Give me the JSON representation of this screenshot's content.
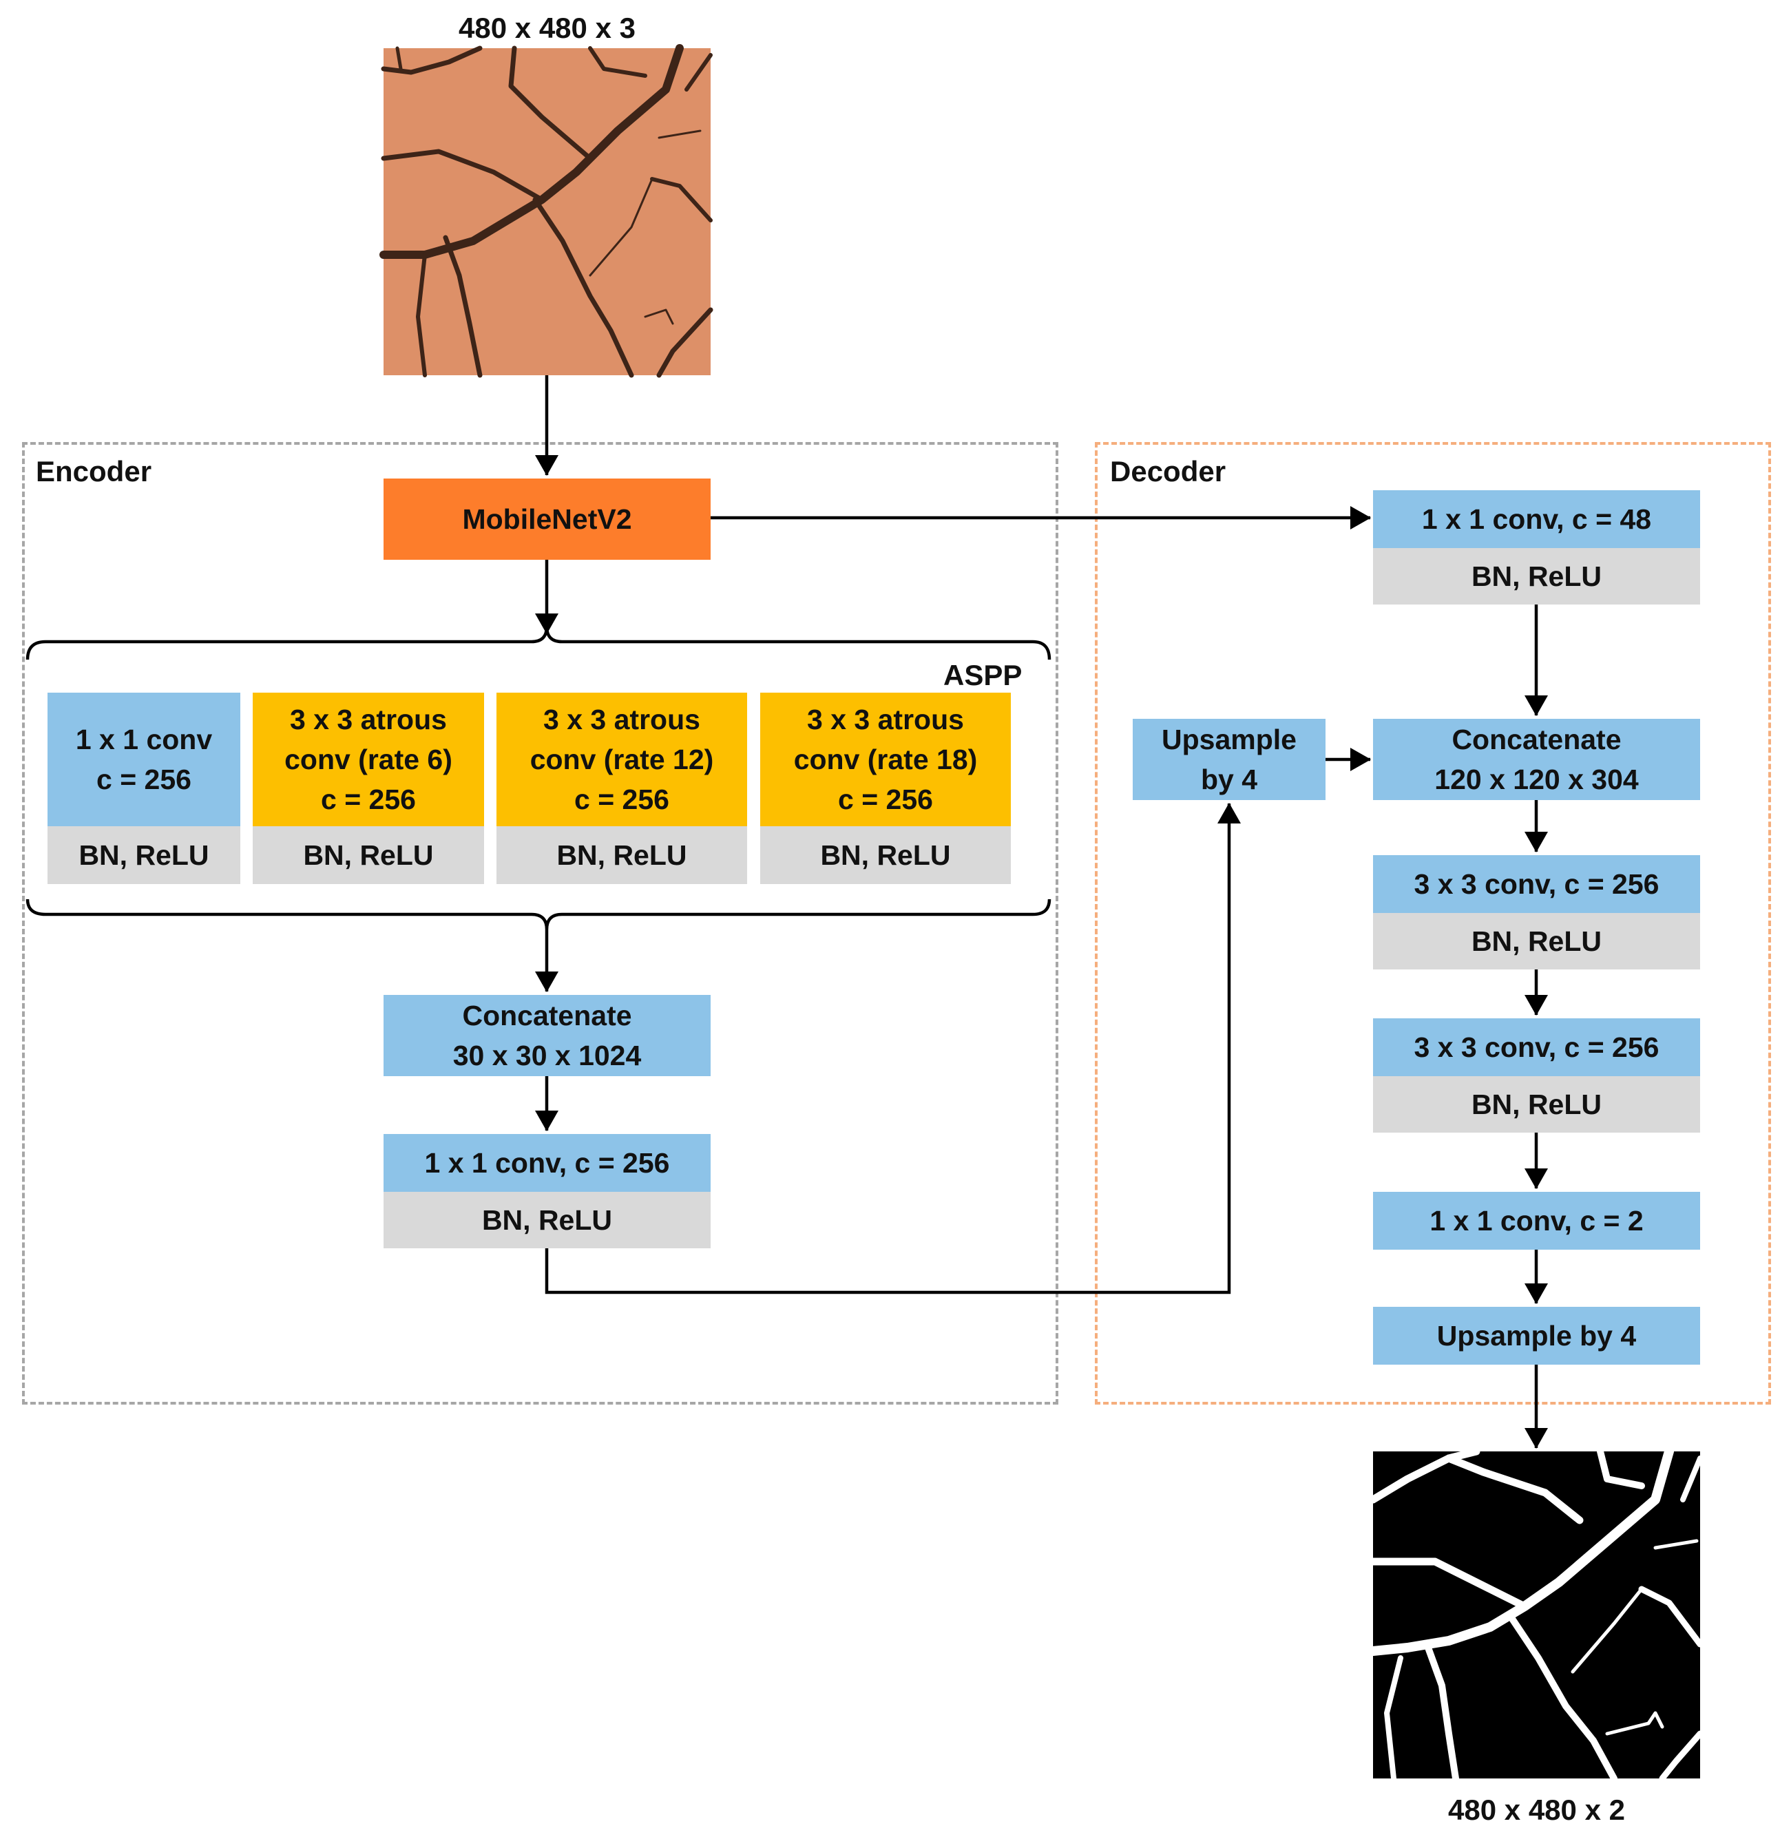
{
  "input": {
    "label": "480 x 480 x 3",
    "image_icon": "cracked-soil-photo"
  },
  "output": {
    "label": "480 x 480 x 2",
    "image_icon": "crack-segmentation-mask"
  },
  "encoder": {
    "title": "Encoder",
    "backbone": "MobileNetV2",
    "aspp": {
      "title": "ASPP",
      "branches": [
        {
          "line1": "1 x 1 conv",
          "line2": "c = 256",
          "line3": "",
          "norm": "BN, ReLU"
        },
        {
          "line1": "3 x 3 atrous",
          "line2": "conv (rate 6)",
          "line3": "c = 256",
          "norm": "BN, ReLU"
        },
        {
          "line1": "3 x 3 atrous",
          "line2": "conv (rate 12)",
          "line3": "c = 256",
          "norm": "BN, ReLU"
        },
        {
          "line1": "3 x 3 atrous",
          "line2": "conv (rate 18)",
          "line3": "c = 256",
          "norm": "BN, ReLU"
        }
      ]
    },
    "concat": {
      "line1": "Concatenate",
      "line2": "30 x 30 x 1024"
    },
    "conv": {
      "label": "1 x 1 conv, c = 256",
      "norm": "BN, ReLU"
    }
  },
  "decoder": {
    "title": "Decoder",
    "conv48": {
      "label": "1 x 1 conv, c = 48",
      "norm": "BN, ReLU"
    },
    "upsample1": {
      "line1": "Upsample",
      "line2": "by 4"
    },
    "concat": {
      "line1": "Concatenate",
      "line2": "120 x 120 x 304"
    },
    "conv3a": {
      "label": "3 x 3 conv, c = 256",
      "norm": "BN, ReLU"
    },
    "conv3b": {
      "label": "3 x 3 conv, c = 256",
      "norm": "BN, ReLU"
    },
    "conv2": {
      "label": "1 x 1 conv, c = 2"
    },
    "upsample2": {
      "label": "Upsample by 4"
    }
  },
  "colors": {
    "conv_blue": "#8dc3e8",
    "atrous_gold": "#fdbf00",
    "norm_grey": "#d9d9d9",
    "backbone_orange": "#fd7d2b",
    "encoder_border": "#a6a6a6",
    "decoder_border": "#f5ae7d"
  }
}
